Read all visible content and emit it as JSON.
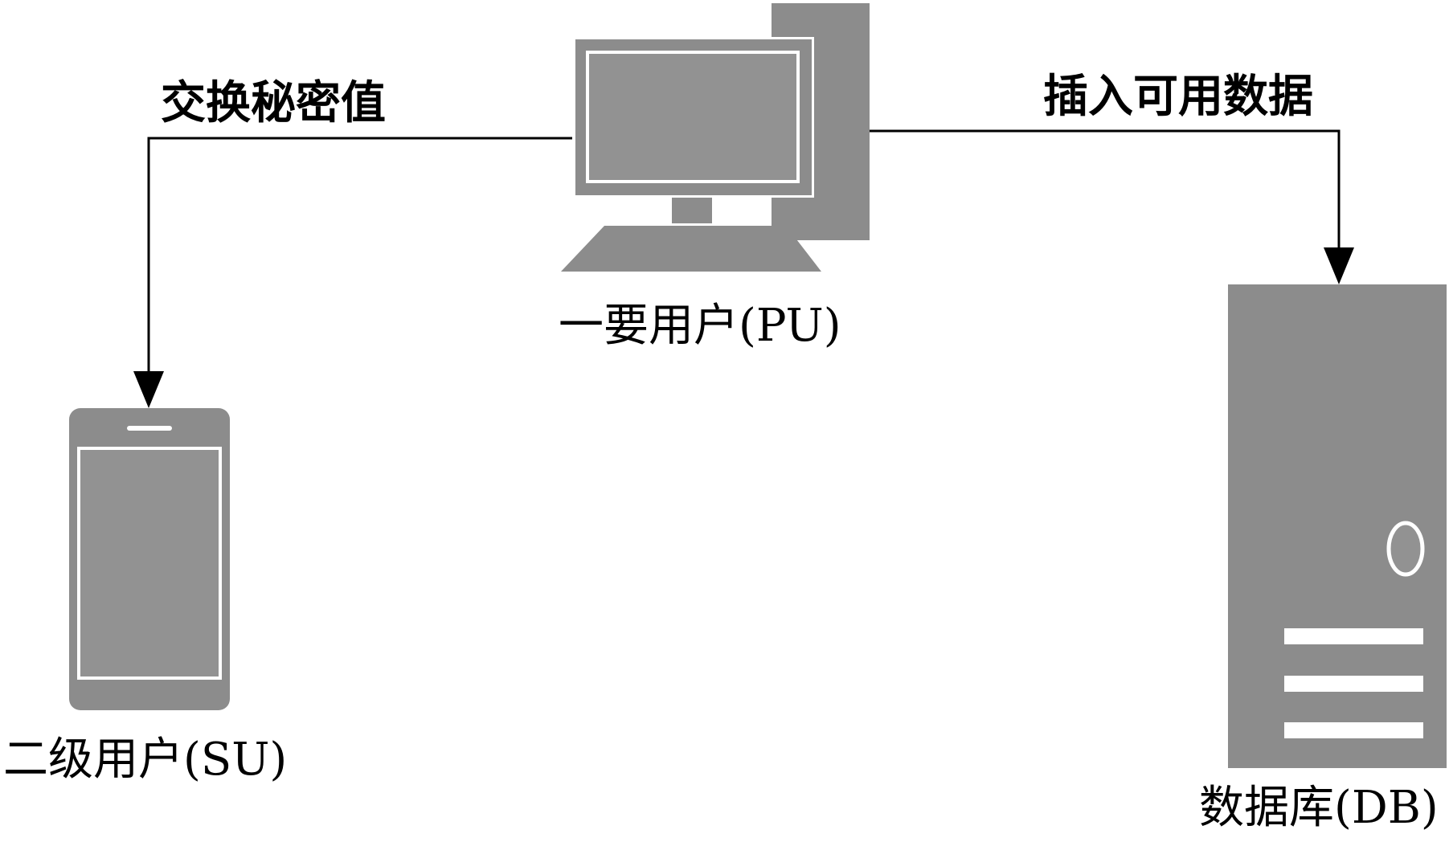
{
  "nodes": {
    "pu": {
      "label": "一要用户(PU)",
      "icon": "desktop-computer-icon"
    },
    "su": {
      "label": "二级用户(SU)",
      "icon": "smartphone-icon"
    },
    "db": {
      "label": "数据库(DB)",
      "icon": "server-tower-icon"
    }
  },
  "edges": {
    "pu_to_su": {
      "label": "交换秘密值",
      "from": "pu",
      "to": "su"
    },
    "pu_to_db": {
      "label": "插入可用数据",
      "from": "pu",
      "to": "db"
    }
  },
  "colors": {
    "device_fill": "#8c8c8c",
    "device_screen": "#929292",
    "device_outline": "#ffffff",
    "line": "#000000"
  }
}
